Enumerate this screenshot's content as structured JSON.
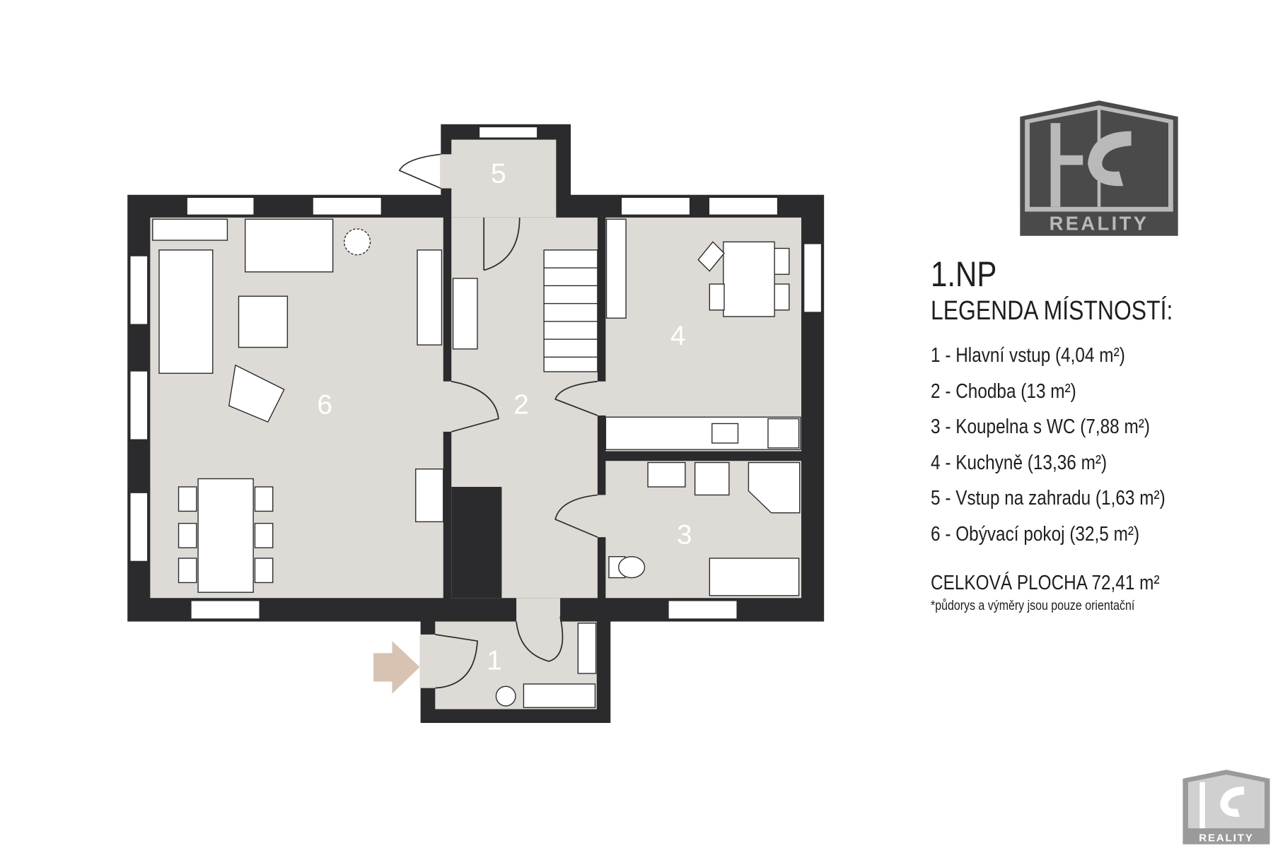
{
  "floor": "1.NP",
  "legend_title": "LEGENDA MÍSTNOSTÍ:",
  "rooms": [
    {
      "number": "1",
      "label": "1 - Hlavní vstup (4,04 m²)"
    },
    {
      "number": "2",
      "label": "2 - Chodba (13 m²)"
    },
    {
      "number": "3",
      "label": "3 - Koupelna s WC (7,88 m²)"
    },
    {
      "number": "4",
      "label": "4 - Kuchyně (13,36 m²)"
    },
    {
      "number": "5",
      "label": "5 - Vstup na zahradu (1,63 m²)"
    },
    {
      "number": "6",
      "label": "6 - Obývací pokoj (32,5 m²)"
    }
  ],
  "total_area": "CELKOVÁ PLOCHA 72,41 m²",
  "note": "*půdorys a výměry jsou pouze orientační",
  "logo": {
    "text": "REALITY"
  },
  "colors": {
    "wall": "#2b2b2d",
    "floor": "#dedad5",
    "arrow": "#d8c3b3",
    "logo_dark": "#4a4a4a",
    "logo_light": "#b9b9b9"
  }
}
